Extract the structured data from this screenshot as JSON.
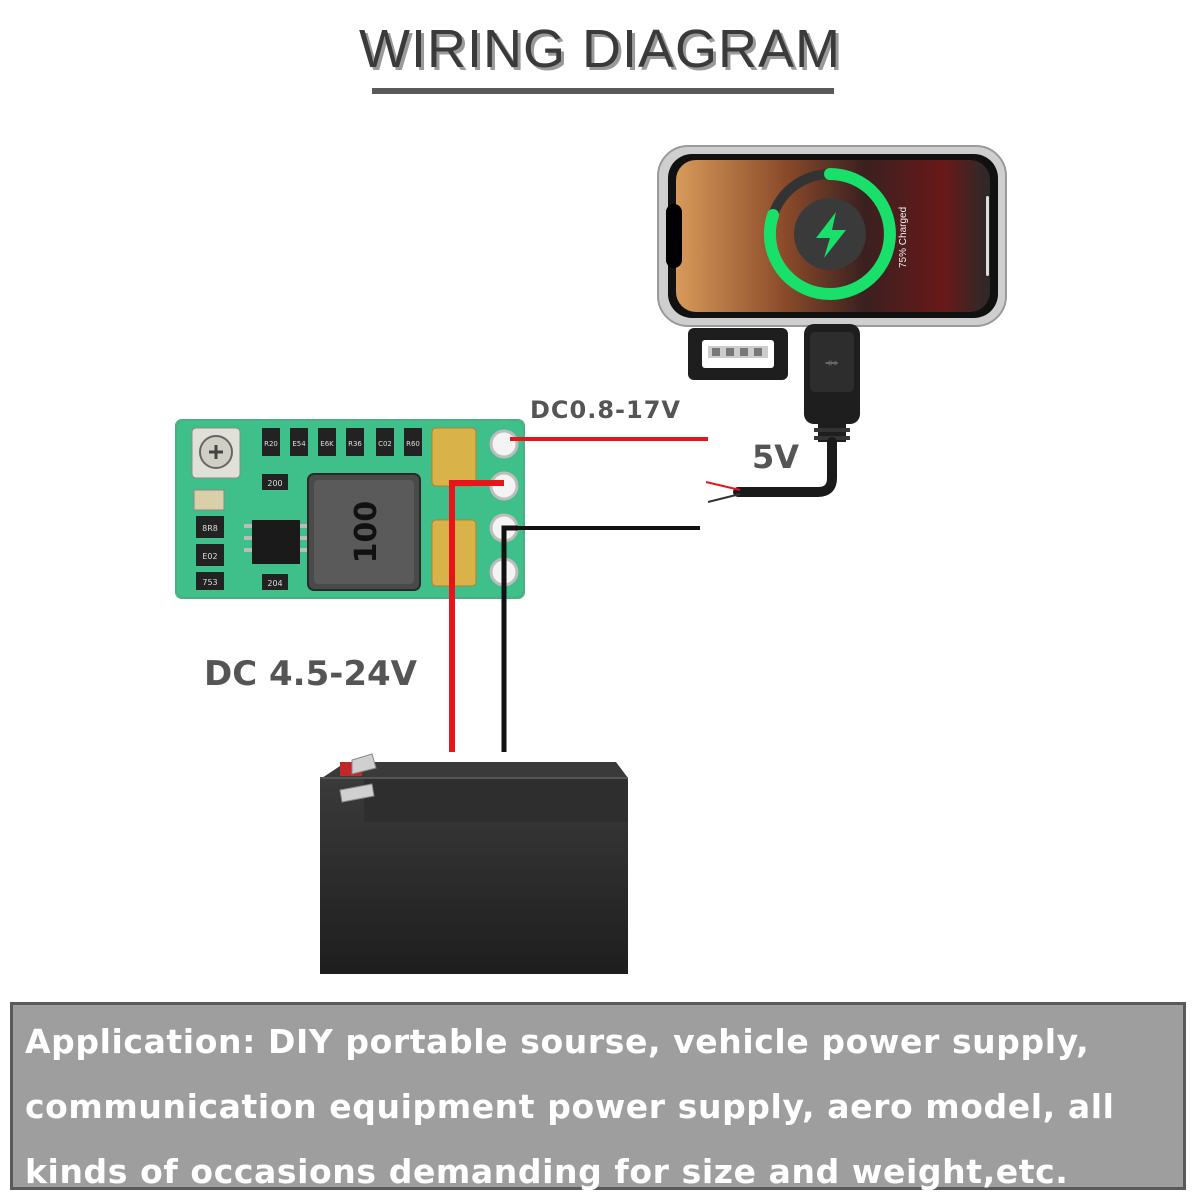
{
  "title": "WIRING DIAGRAM",
  "labels": {
    "output_voltage": "DC0.8-17V",
    "usb_voltage": "5V",
    "input_voltage": "DC 4.5-24V"
  },
  "phone": {
    "status_text": "75% Charged"
  },
  "module": {
    "inductor_text": "100",
    "chip_codes": [
      "R20",
      "E54",
      "E6K",
      "R36",
      "C02",
      "R60",
      "200",
      "8R8",
      "E02",
      "753",
      "204"
    ]
  },
  "application_text": "Application: DIY portable sourse, vehicle power supply, communication equipment power supply, aero model, all kinds of occasions demanding for size and weight,etc.",
  "colors": {
    "wire_positive": "#e8141b",
    "wire_negative": "#111111",
    "pcb": "#3fbf8a",
    "charge_ring": "#18e06a",
    "battery": "#2a2a2a",
    "panel": "#9e9e9e"
  }
}
